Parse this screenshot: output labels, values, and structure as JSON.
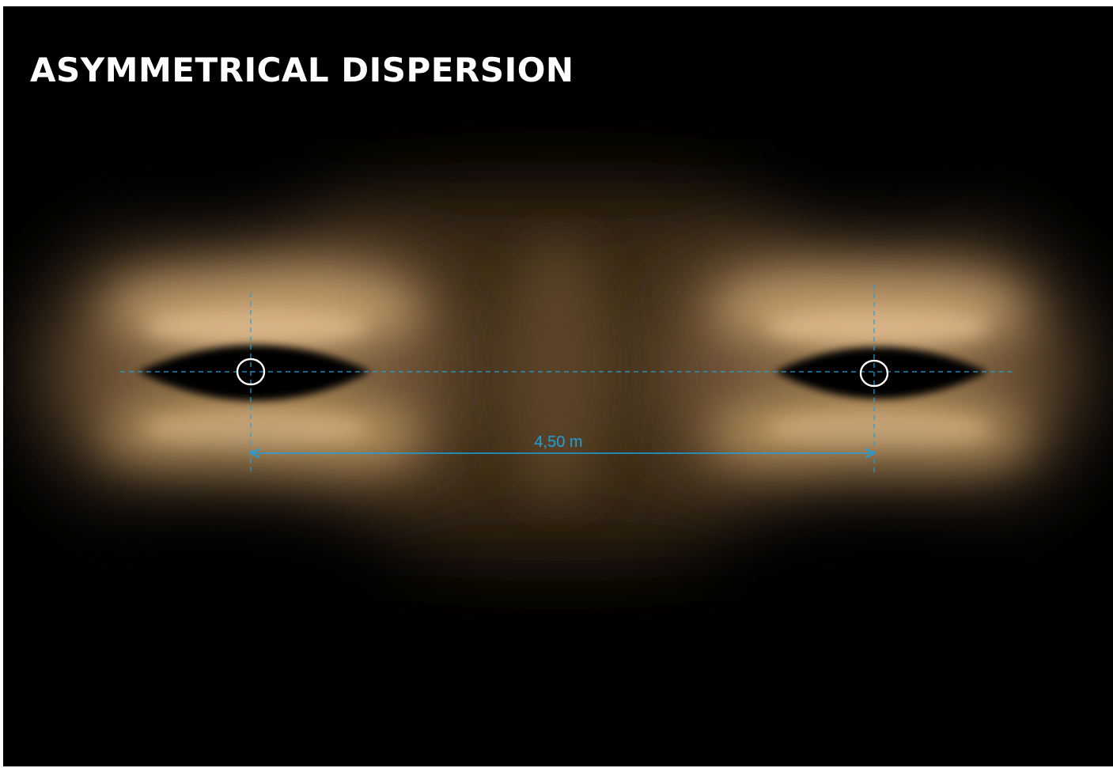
{
  "title": "ASYMMETRICAL DISPERSION",
  "luminaires": [
    {
      "id": "left"
    },
    {
      "id": "right"
    }
  ],
  "dimension": {
    "label": "4,50 m"
  },
  "colors": {
    "background": "#000000",
    "light": "#c9a173",
    "guide": "#1fa0dc",
    "luminaire_marker": "#ffffff"
  }
}
